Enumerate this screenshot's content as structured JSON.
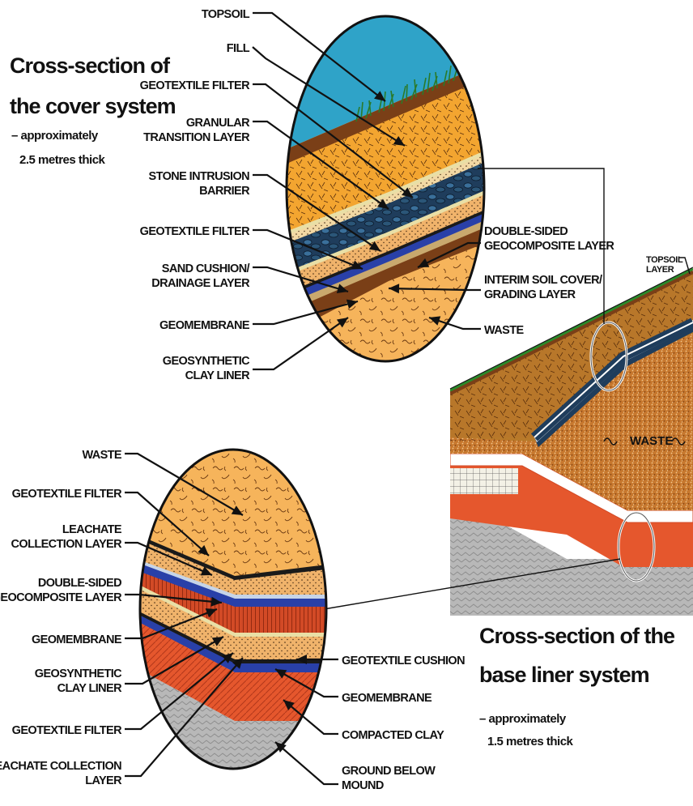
{
  "cover": {
    "title_line1": "Cross-section of",
    "title_line2": "the cover system",
    "subtitle_line1": "– approximately",
    "subtitle_line2": "2.5 metres thick",
    "labels_left": [
      [
        "TOPSOIL"
      ],
      [
        "FILL"
      ],
      [
        "GEOTEXTILE FILTER"
      ],
      [
        "GRANULAR",
        "TRANSITION LAYER"
      ],
      [
        "STONE INTRUSION",
        "BARRIER"
      ],
      [
        "GEOTEXTILE FILTER"
      ],
      [
        "SAND CUSHION/",
        "DRAINAGE LAYER"
      ],
      [
        "GEOMEMBRANE"
      ],
      [
        "GEOSYNTHETIC",
        "CLAY LINER"
      ]
    ],
    "labels_right": [
      [
        "DOUBLE-SIDED",
        "GEOCOMPOSITE LAYER"
      ],
      [
        "INTERIM SOIL COVER/",
        "GRADING LAYER"
      ],
      [
        "WASTE"
      ]
    ]
  },
  "landfill": {
    "topsoil_line1": "TOPSOIL",
    "topsoil_line2": "LAYER",
    "waste_label": "WASTE"
  },
  "base": {
    "title_line1": "Cross-section of the",
    "title_line2": "base liner system",
    "subtitle_line1": "– approximately",
    "subtitle_line2": "1.5 metres thick",
    "labels_left": [
      [
        "WASTE"
      ],
      [
        "GEOTEXTILE FILTER"
      ],
      [
        "LEACHATE",
        "COLLECTION LAYER"
      ],
      [
        "DOUBLE-SIDED",
        "GEOCOMPOSITE LAYER"
      ],
      [
        "GEOMEMBRANE"
      ],
      [
        "GEOSYNTHETIC",
        "CLAY LINER"
      ],
      [
        "GEOTEXTILE FILTER"
      ],
      [
        "LEACHATE COLLECTION",
        "LAYER"
      ]
    ],
    "labels_right": [
      [
        "GEOTEXTILE CUSHION"
      ],
      [
        "GEOMEMBRANE"
      ],
      [
        "COMPACTED CLAY"
      ],
      [
        "GROUND BELOW",
        "MOUND"
      ]
    ]
  },
  "colors": {
    "sky": "#2fa3c8",
    "topsoil": "#7a3f17",
    "fill": "#f3a530",
    "geotextile": "#e9dfa6",
    "stone": "#1f3d5c",
    "sand": "#f0b36b",
    "geomembrane": "#2940a8",
    "clay_liner": "#c9a96e",
    "interim": "#7a3f17",
    "waste": "#f6b45b",
    "compacted_clay": "#e5572d",
    "ground": "#b4b4b4",
    "grass": "#2a7a2a"
  }
}
